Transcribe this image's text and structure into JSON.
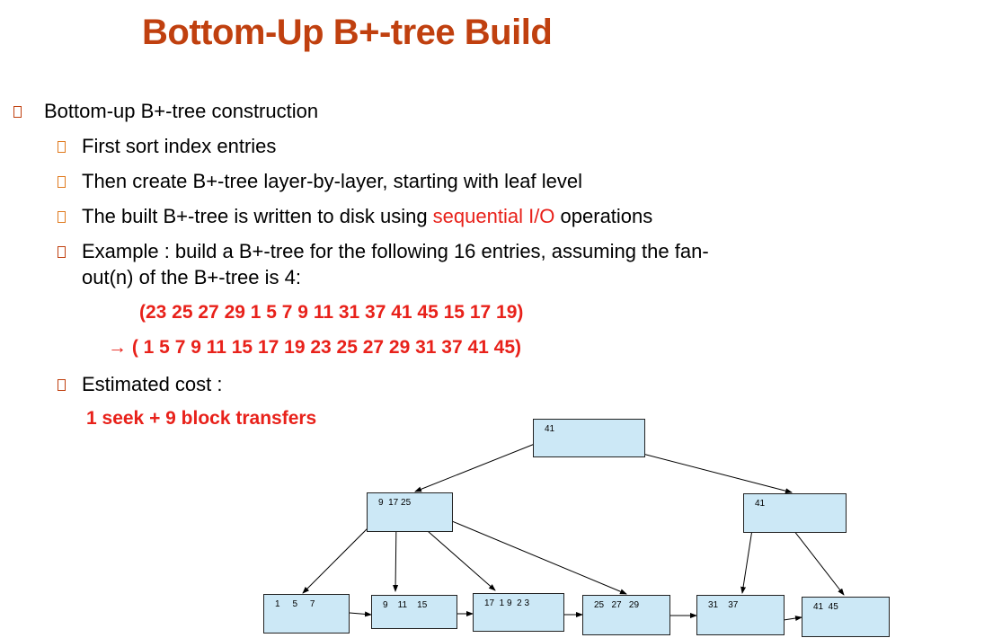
{
  "title": "Bottom-Up B+-tree Build",
  "bullets": {
    "main": "Bottom-up B+-tree construction",
    "sub1": "First  sort index entries",
    "sub2": "Then create B+-tree layer-by-layer, starting with leaf level",
    "sub3_pre": "The built B+-tree is written to disk using ",
    "sub3_red": "sequential I/O",
    "sub3_post": " operations",
    "sub4_line1": "Example : build a B+-tree for the following 16 entries, assuming the fan-",
    "sub4_line2": "out(n) of the B+-tree is 4:",
    "unsorted": "(23  25 27 29  1  5  7  9  11 31  37  41  45  15 17  19)",
    "sorted_arrow": "→",
    "sorted": " ( 1   5   7  9  11 15 17  19 23  25 27 29 31  37  41  45)",
    "sub5": "Estimated cost :",
    "cost": "1 seek + 9 block transfers"
  },
  "tree": {
    "root": "41",
    "internal_left": "9  17 25",
    "internal_right": "41",
    "leaves": [
      "1     5     7",
      "9    11    15",
      "17  1 9  2 3",
      "25   27   29",
      "31    37",
      "41  45"
    ]
  }
}
